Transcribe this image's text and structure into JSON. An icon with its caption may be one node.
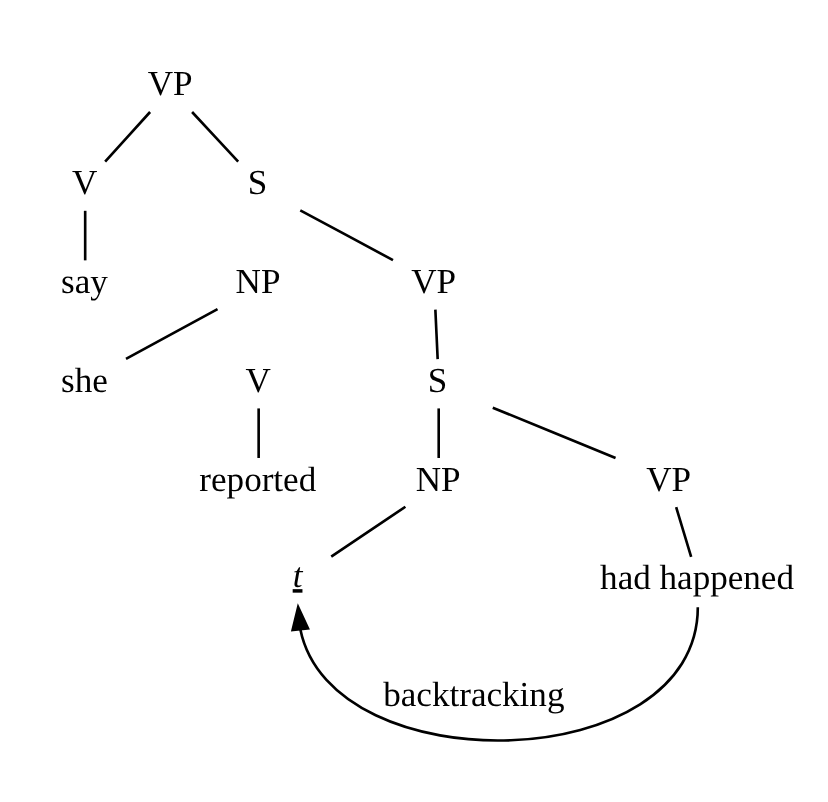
{
  "diagram": {
    "nodes": [
      {
        "text": [
          "VP"
        ]
      },
      {
        "text": [
          "V"
        ]
      },
      {
        "text": [
          "say"
        ]
      },
      {
        "text": [
          "S"
        ]
      },
      {
        "text": [
          "NP"
        ]
      },
      {
        "text": [
          "she"
        ]
      },
      {
        "text": [
          "V"
        ]
      },
      {
        "text": [
          "reported"
        ]
      },
      {
        "text": [
          "VP"
        ]
      },
      {
        "text": [
          "S"
        ]
      },
      {
        "text": [
          "NP"
        ]
      },
      {
        "text": [
          "VP"
        ]
      },
      {
        "text": [
          "t"
        ]
      },
      {
        "text": [
          "had happened"
        ]
      }
    ],
    "edges": [
      {
        "from": 0,
        "to": 1,
        "arrow": "none"
      },
      {
        "from": 1,
        "to": 2,
        "arrow": "none"
      },
      {
        "from": 0,
        "to": 3,
        "arrow": "none"
      },
      {
        "from": 3,
        "to": 8,
        "arrow": "none"
      },
      {
        "from": 4,
        "to": 5,
        "arrow": "none"
      },
      {
        "from": 6,
        "to": 7,
        "arrow": "none"
      },
      {
        "from": 8,
        "to": 9,
        "arrow": "none"
      },
      {
        "from": 9,
        "to": 10,
        "arrow": "none"
      },
      {
        "from": 9,
        "to": 11,
        "arrow": "none"
      },
      {
        "from": 10,
        "to": 12,
        "arrow": "none"
      },
      {
        "from": 11,
        "to": 13,
        "arrow": "none"
      },
      {
        "from": 13,
        "to": 12,
        "arrow": "to",
        "label": "backtracking"
      }
    ]
  }
}
